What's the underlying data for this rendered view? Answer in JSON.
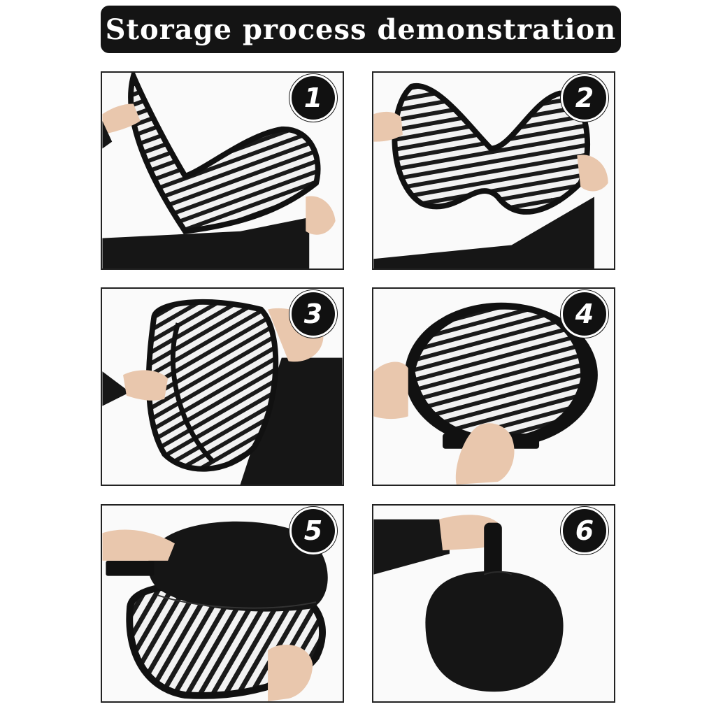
{
  "title": "Storage process demonstration",
  "steps": [
    {
      "number": "1"
    },
    {
      "number": "2"
    },
    {
      "number": "3"
    },
    {
      "number": "4"
    },
    {
      "number": "5"
    },
    {
      "number": "6"
    }
  ],
  "colors": {
    "title_bg": "#141414",
    "frame_black": "#111111",
    "fabric_white": "#f2f2f2",
    "stripe": "#1a1a1a",
    "skin": "#e9c7ad",
    "sleeve": "#161616"
  }
}
